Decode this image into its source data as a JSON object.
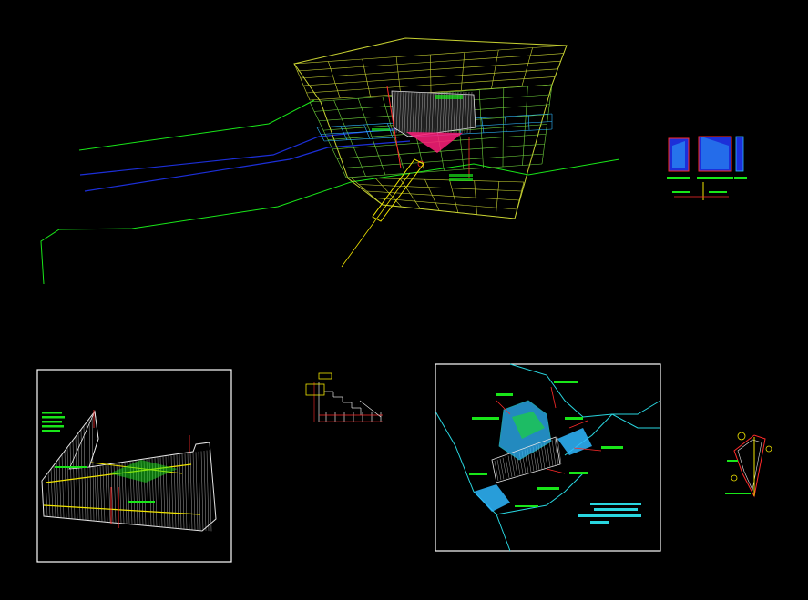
{
  "window": {
    "background": "#000000"
  },
  "colors": {
    "contour_green": "#19e619",
    "river_blue": "#1c2fd9",
    "mesh_yellow": "#c8d232",
    "mesh_green": "#6fd23c",
    "water_cyan": "#2fb8ff",
    "structure_grey": "#a0a0a0",
    "structure_white": "#e6e6e6",
    "accent_red": "#ff2a2a",
    "accent_magenta": "#ff1f7a",
    "accent_yellow": "#f2e600",
    "frame_white": "#ffffff",
    "terrain_cyan": "#29d6e0"
  },
  "views": {
    "site_plan": {
      "name": "site-plan-3d"
    },
    "detail_top_right": {
      "name": "section-details"
    },
    "iso_headwork_left": {
      "name": "isometric-headwork-left"
    },
    "profile_small": {
      "name": "profile-detail"
    },
    "iso_headwork_right": {
      "name": "isometric-headwork-right",
      "title_lines": [
        "",
        "",
        "",
        ""
      ]
    },
    "detail_bottom_right": {
      "name": "small-detail"
    }
  }
}
